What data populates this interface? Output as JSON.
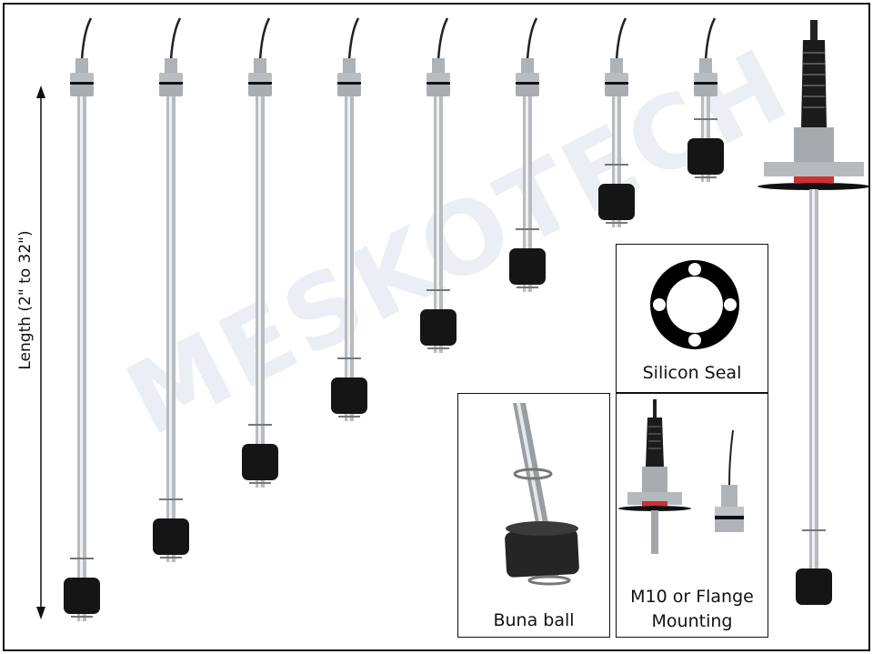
{
  "length_label": "Length (2\" to 32\")",
  "watermark": "MESKOTECH",
  "sensor_count": 8,
  "panels": {
    "silicon_seal": "Silicon Seal",
    "buna_ball": "Buna ball",
    "mounting_line1": "M10 or Flange",
    "mounting_line2": "Mounting"
  },
  "colors": {
    "float": "#151515",
    "steel": "#b8bcc0",
    "seal_red": "#d03030",
    "watermark": "#1e3a8a"
  }
}
